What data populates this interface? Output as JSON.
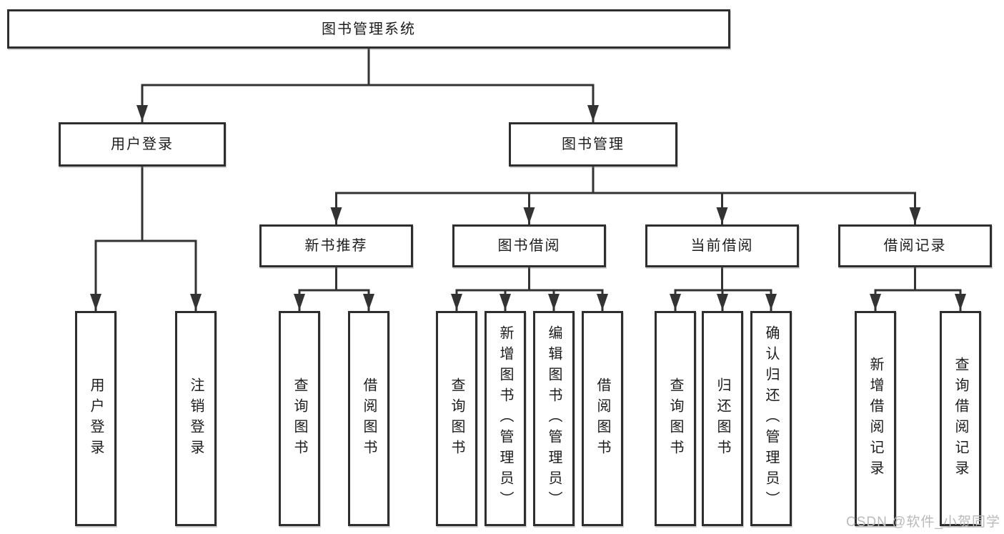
{
  "diagram": {
    "type": "hierarchy-tree",
    "title": "图书管理系统"
  },
  "nodes": [
    {
      "id": "root",
      "label": "图书管理系统",
      "children": [
        "user-login",
        "book-mgmt"
      ]
    },
    {
      "id": "user-login",
      "label": "用户登录",
      "children": [
        "leaf-user-login",
        "leaf-logout"
      ]
    },
    {
      "id": "book-mgmt",
      "label": "图书管理",
      "children": [
        "new-book-rec",
        "book-borrow",
        "current-borrow",
        "borrow-records"
      ]
    },
    {
      "id": "new-book-rec",
      "label": "新书推荐",
      "children": [
        "leaf-nb-query",
        "leaf-nb-borrow"
      ]
    },
    {
      "id": "book-borrow",
      "label": "图书借阅",
      "children": [
        "leaf-bb-query",
        "leaf-bb-add",
        "leaf-bb-edit",
        "leaf-bb-borrow"
      ]
    },
    {
      "id": "current-borrow",
      "label": "当前借阅",
      "children": [
        "leaf-cb-query",
        "leaf-cb-return",
        "leaf-cb-confirm"
      ]
    },
    {
      "id": "borrow-records",
      "label": "借阅记录",
      "children": [
        "leaf-br-add",
        "leaf-br-query"
      ]
    },
    {
      "id": "leaf-user-login",
      "label": "用户登录",
      "children": []
    },
    {
      "id": "leaf-logout",
      "label": "注销登录",
      "children": []
    },
    {
      "id": "leaf-nb-query",
      "label": "查询图书",
      "children": []
    },
    {
      "id": "leaf-nb-borrow",
      "label": "借阅图书",
      "children": []
    },
    {
      "id": "leaf-bb-query",
      "label": "查询图书",
      "children": []
    },
    {
      "id": "leaf-bb-add",
      "label": "新增图书（管理员）",
      "children": []
    },
    {
      "id": "leaf-bb-edit",
      "label": "编辑图书（管理员）",
      "children": []
    },
    {
      "id": "leaf-bb-borrow",
      "label": "借阅图书",
      "children": []
    },
    {
      "id": "leaf-cb-query",
      "label": "查询图书",
      "children": []
    },
    {
      "id": "leaf-cb-return",
      "label": "归还图书",
      "children": []
    },
    {
      "id": "leaf-cb-confirm",
      "label": "确认归还（管理员）",
      "children": []
    },
    {
      "id": "leaf-br-add",
      "label": "新增借阅记录",
      "children": []
    },
    {
      "id": "leaf-br-query",
      "label": "查询借阅记录",
      "children": []
    }
  ],
  "watermark": {
    "text": "CSDN @软件_小贺同学",
    "color": "#bababa"
  },
  "colors": {
    "background": "#ffffff",
    "box_border": "#2e2e2e",
    "box_background": "#ffffff",
    "line": "#333333",
    "text": "#1c1c1c"
  }
}
